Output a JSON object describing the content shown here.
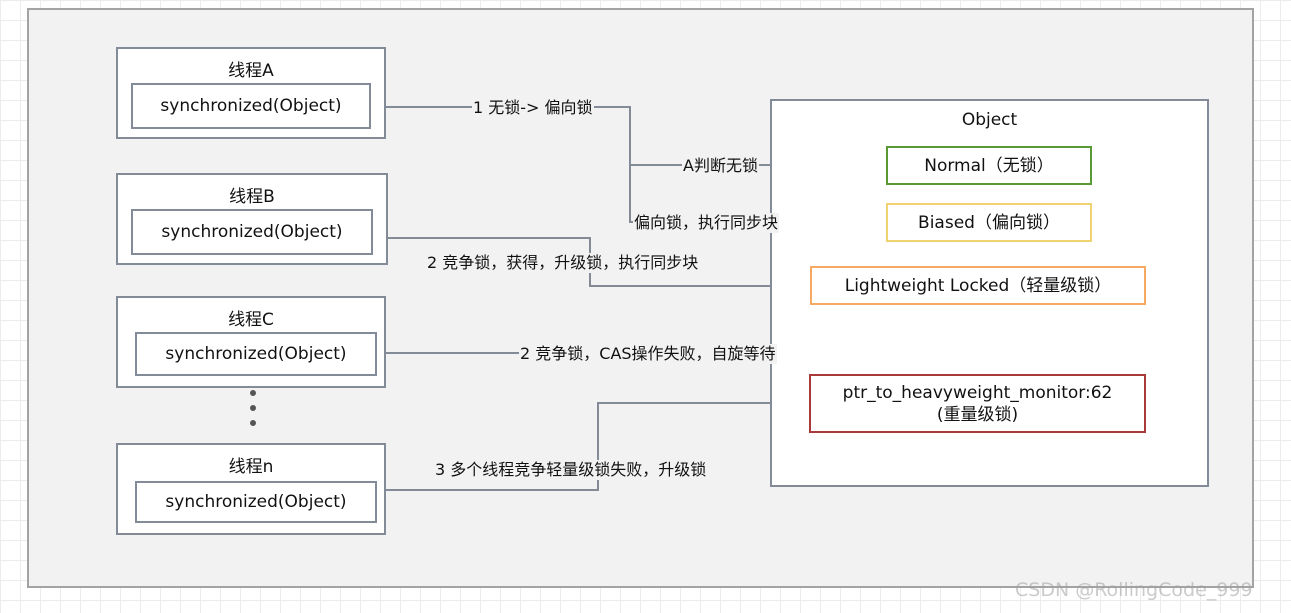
{
  "threads": [
    {
      "name": "线程A",
      "method": "synchronized(Object)"
    },
    {
      "name": "线程B",
      "method": "synchronized(Object)"
    },
    {
      "name": "线程C",
      "method": "synchronized(Object)"
    },
    {
      "name": "线程n",
      "method": "synchronized(Object)"
    }
  ],
  "object": {
    "title": "Object",
    "states": [
      {
        "label": "Normal（无锁）",
        "color": "#5a9a34"
      },
      {
        "label": "Biased（偏向锁）",
        "color": "#f0d370"
      },
      {
        "label": "Lightweight Locked（轻量级锁）",
        "color": "#f5a962"
      },
      {
        "label_line1": "ptr_to_heavyweight_monitor:62",
        "label_line2": "(重量级锁)",
        "color": "#a83a3a"
      }
    ]
  },
  "edges": {
    "e1": "1 无锁-> 偏向锁",
    "e1a": "A判断无锁",
    "e1b": "偏向锁，执行同步块",
    "e2": "2 竞争锁，获得，升级锁，执行同步块",
    "e2c": "2 竞争锁，CAS操作失败，自旋等待",
    "e3": "3 多个线程竞争轻量级锁失败，升级锁"
  },
  "watermark": "CSDN @RollingCode_999",
  "colors": {
    "stroke": "#828b97",
    "panel": "#f2f2f2",
    "border": "#a3a3a3"
  }
}
